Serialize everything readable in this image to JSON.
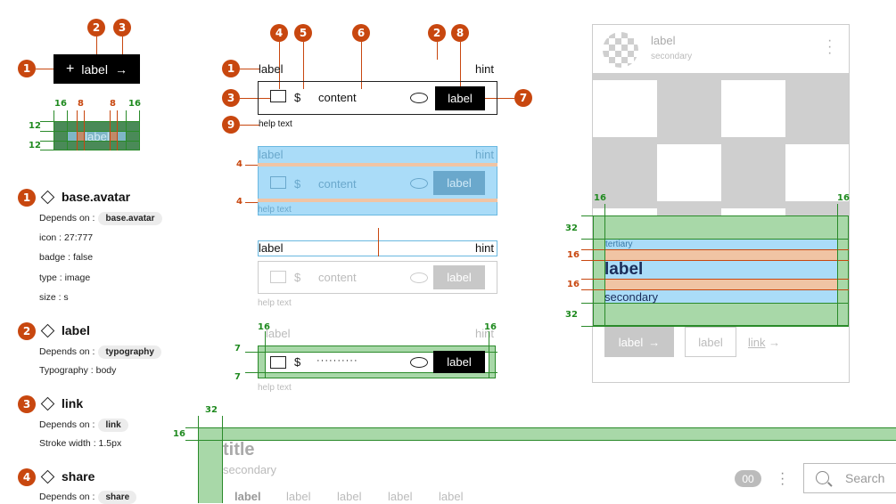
{
  "badges": [
    "1",
    "2",
    "3",
    "4",
    "5",
    "6",
    "7",
    "8",
    "9"
  ],
  "button_anatomy": {
    "label": "label"
  },
  "spacing": {
    "s16": "16",
    "s8": "8",
    "s12": "12",
    "s4": "4",
    "s7": "7",
    "s32": "32"
  },
  "properties": [
    {
      "num": "1",
      "name": "base.avatar",
      "depends_prefix": "Depends on :",
      "depends": "base.avatar",
      "lines": [
        "icon : 27:777",
        "badge : false",
        "type : image",
        "size : s"
      ]
    },
    {
      "num": "2",
      "name": "label",
      "depends_prefix": "Depends on :",
      "depends": "typography",
      "lines": [
        "Typography : body"
      ]
    },
    {
      "num": "3",
      "name": "link",
      "depends_prefix": "Depends on :",
      "depends": "link",
      "lines": [
        "Stroke width : 1.5px"
      ]
    },
    {
      "num": "4",
      "name": "share",
      "depends_prefix": "Depends on :",
      "depends": "share",
      "lines": []
    }
  ],
  "input": {
    "label": "label",
    "hint": "hint",
    "currency": "$",
    "content": "content",
    "button": "label",
    "help": "help text",
    "dots": "··········"
  },
  "card": {
    "avatar_label": "label",
    "avatar_secondary": "secondary",
    "tertiary": "tertiary",
    "label": "label",
    "secondary": "secondary",
    "btn_primary": "label",
    "btn_secondary": "label",
    "link": "link"
  },
  "header": {
    "title": "title",
    "secondary": "secondary",
    "tabs": [
      "label",
      "label",
      "label",
      "label",
      "label"
    ],
    "count": "00",
    "search_placeholder": "Search"
  },
  "colors": {
    "accent": "#c8470f",
    "spacing_green": "#2a8a2a",
    "padding_blue": "#aadcf8",
    "gap_orange": "#f0c4a4"
  }
}
